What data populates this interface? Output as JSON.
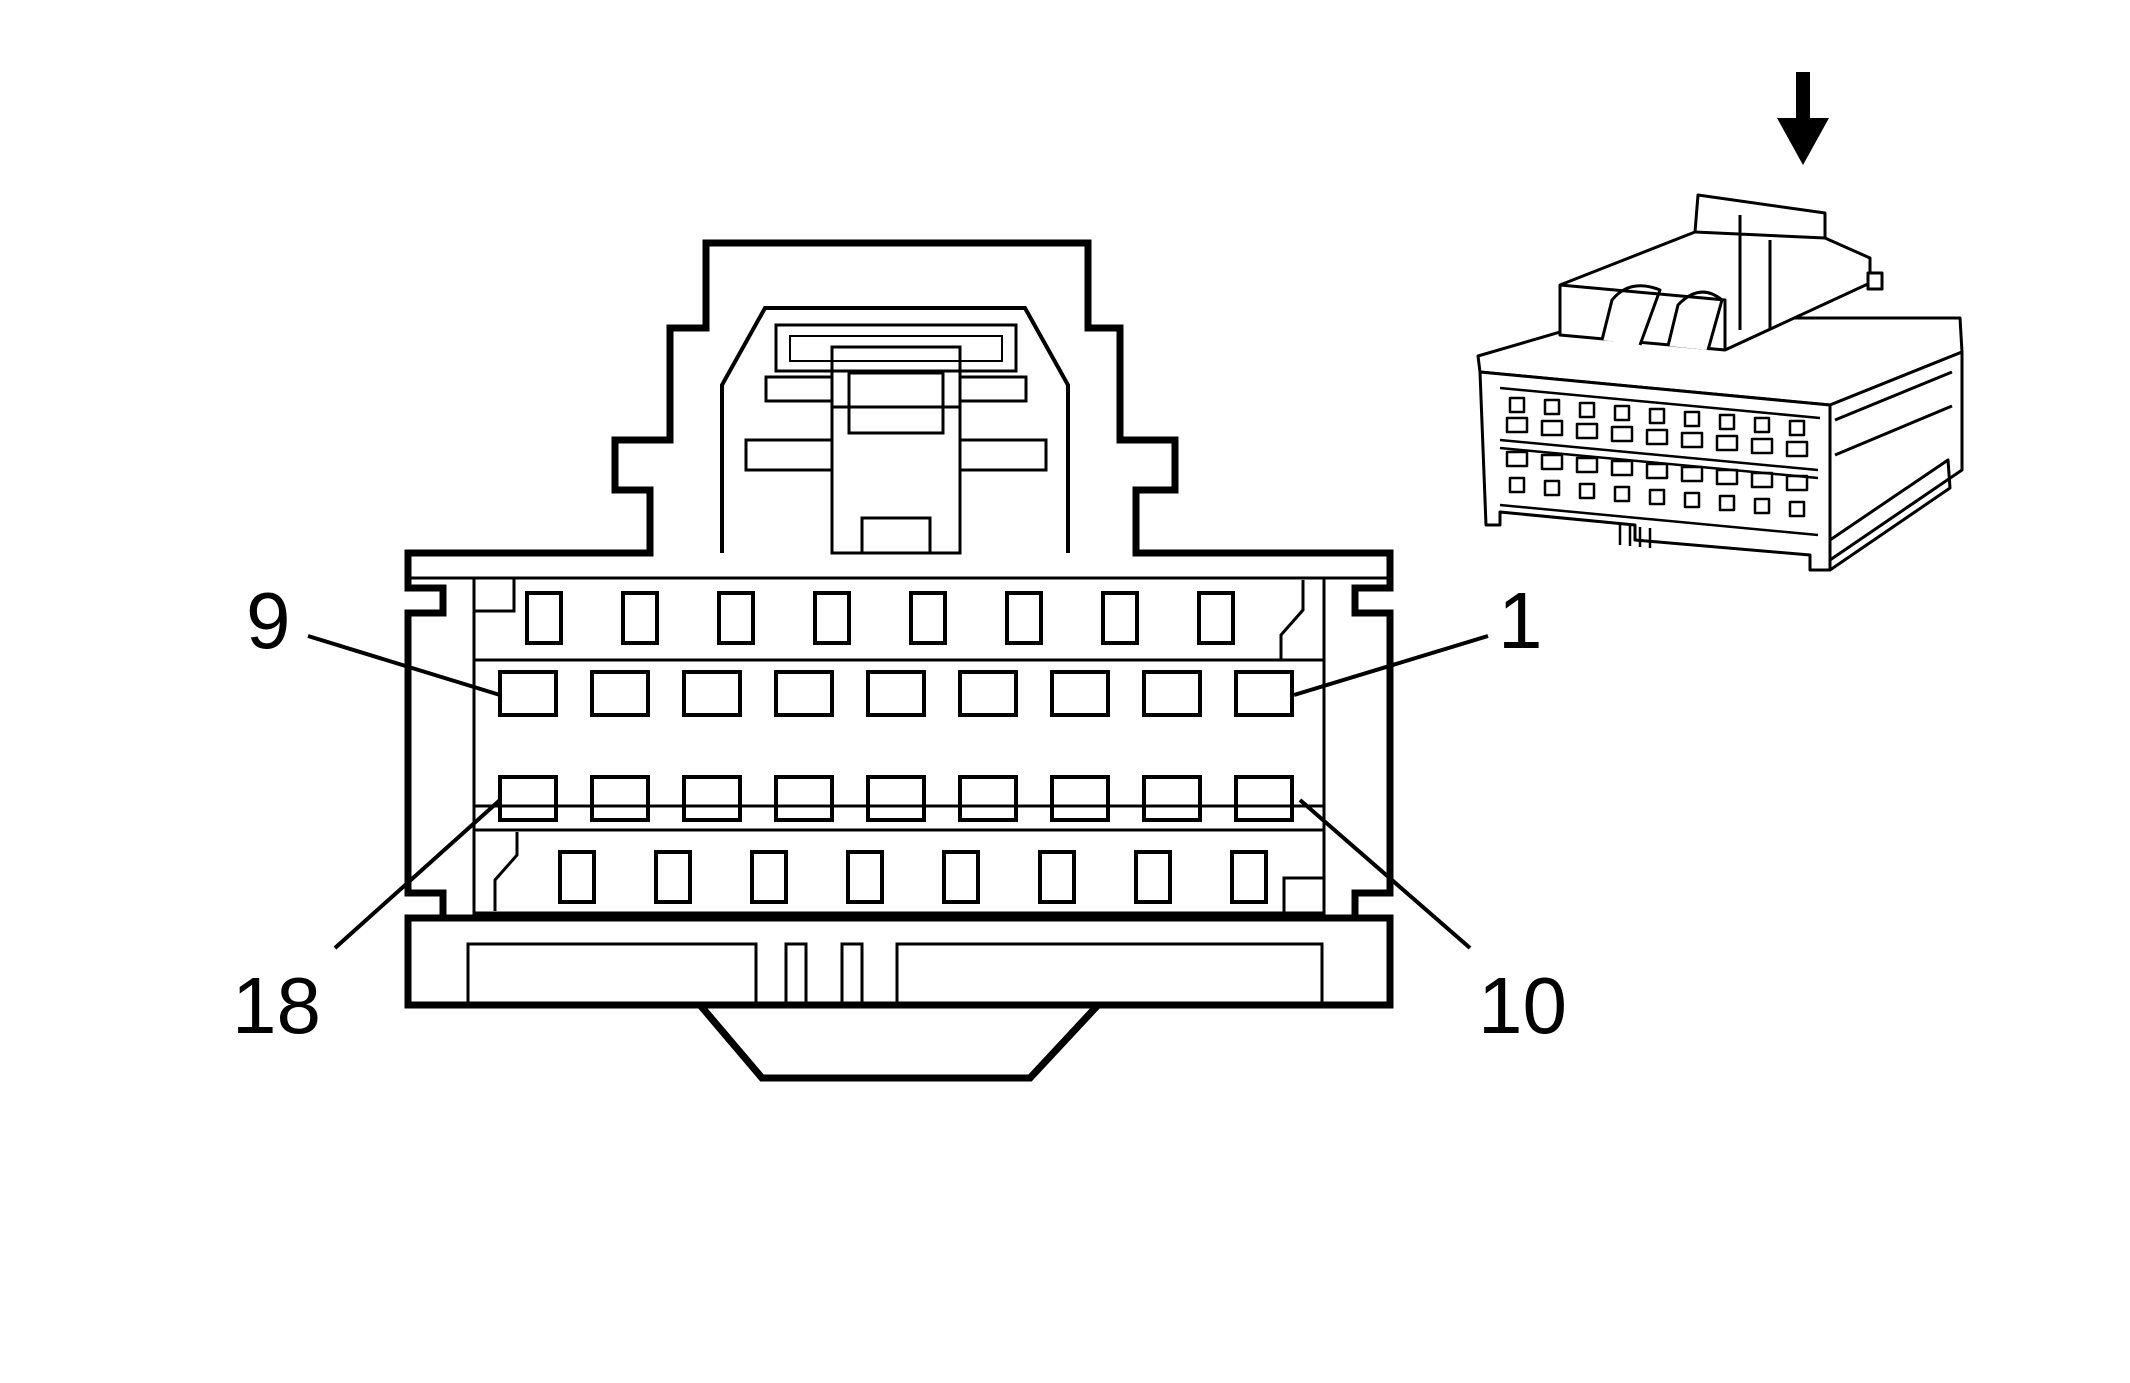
{
  "pin_labels": {
    "top_left": "9",
    "top_right": "1",
    "bottom_left": "18",
    "bottom_right": "10"
  },
  "connector": {
    "upper_row_cavities": 9,
    "lower_row_cavities": 9,
    "top_locking_slots": 8,
    "bottom_locking_slots": 8
  },
  "inset": {
    "view_direction": "down-arrow-icon"
  },
  "colors": {
    "line": "#000000",
    "background": "#ffffff"
  }
}
